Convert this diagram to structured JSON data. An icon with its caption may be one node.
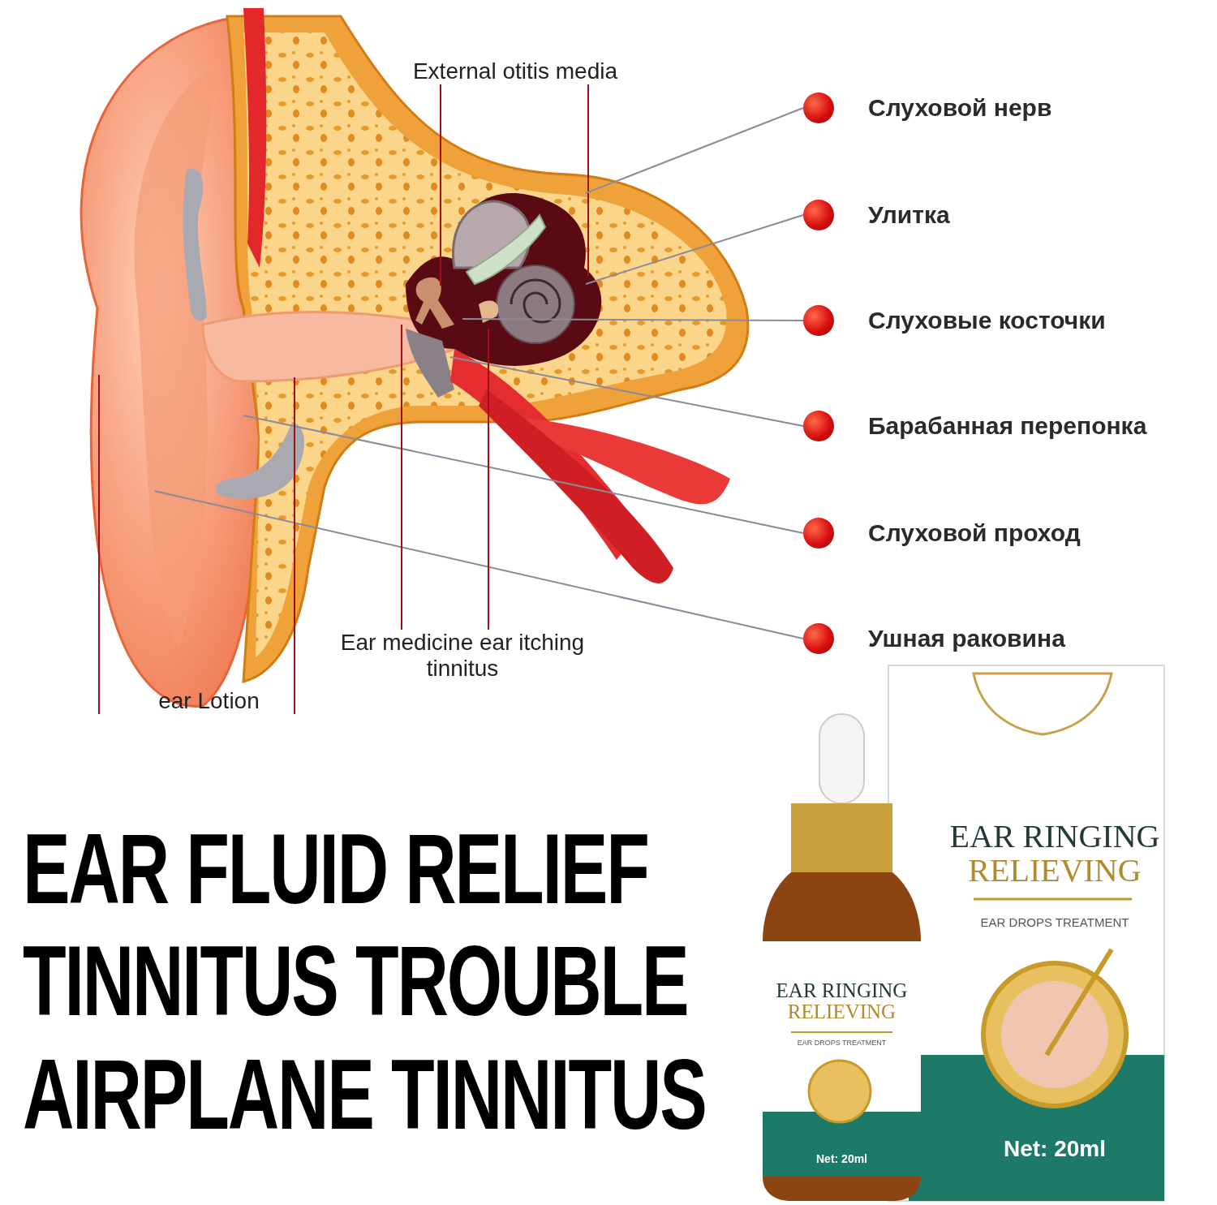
{
  "diagram": {
    "nodes": [
      {
        "text": [
          "External otitis media"
        ]
      },
      {
        "text": [
          "Слуховой нерв"
        ]
      },
      {
        "text": [
          "Улитка"
        ]
      },
      {
        "text": [
          "Слуховые косточки"
        ]
      },
      {
        "text": [
          "Барабанная перепонка"
        ]
      },
      {
        "text": [
          "Слуховой проход"
        ]
      },
      {
        "text": [
          "Ушная раковина"
        ]
      },
      {
        "text": [
          "Ear medicine ear itching tinnitus"
        ]
      },
      {
        "text": [
          "ear Lotion"
        ]
      }
    ],
    "edges": [
      {
        "from": 0,
        "to": null,
        "arrow": "none"
      },
      {
        "from": 0,
        "to": null,
        "arrow": "none"
      },
      {
        "from": 1,
        "to": null,
        "arrow": "none",
        "color": "#8a8a9a"
      },
      {
        "from": 2,
        "to": null,
        "arrow": "none",
        "color": "#8a8a9a"
      },
      {
        "from": 3,
        "to": null,
        "arrow": "none",
        "color": "#8a8a9a"
      },
      {
        "from": 4,
        "to": null,
        "arrow": "none",
        "color": "#8a8a9a"
      },
      {
        "from": 5,
        "to": null,
        "arrow": "none",
        "color": "#8a8a9a"
      },
      {
        "from": 6,
        "to": null,
        "arrow": "none",
        "color": "#8a8a9a"
      },
      {
        "from": 7,
        "to": null,
        "arrow": "none"
      },
      {
        "from": 7,
        "to": null,
        "arrow": "none"
      },
      {
        "from": 8,
        "to": null,
        "arrow": "none"
      },
      {
        "from": 8,
        "to": null,
        "arrow": "none"
      }
    ],
    "labels": [
      "EAR FLUID RELIEF",
      "TINNITUS TROUBLE",
      "AIRPLANE TINNITUS",
      "EAR RINGING RELIEVING",
      "EAR DROPS TREATMENT",
      "Net: 20ml",
      "EAR RINGING RELIEVING",
      "EAR DROPS TREATMENT",
      "Net: 20ml"
    ]
  }
}
